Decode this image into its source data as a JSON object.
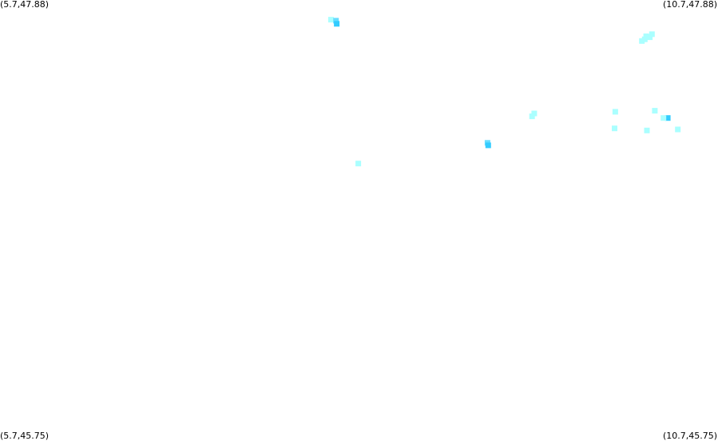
{
  "corners": {
    "top_left": "(5.7,47.88)",
    "top_right": "(10.7,47.88)",
    "bottom_left": "(5.7,45.75)",
    "bottom_right": "(10.7,45.75)"
  },
  "extent": {
    "lon_min": 5.7,
    "lon_max": 10.7,
    "lat_min": 45.75,
    "lat_max": 47.88
  },
  "colors": {
    "light": "#aaffff",
    "mid": "#66ddff",
    "dark": "#33ccff",
    "background": "#ffffff"
  },
  "cells": [
    {
      "lon": 8.005,
      "lat": 47.785,
      "level": "light"
    },
    {
      "lon": 8.04,
      "lat": 47.78,
      "level": "mid"
    },
    {
      "lon": 8.045,
      "lat": 47.765,
      "level": "dark"
    },
    {
      "lon": 10.24,
      "lat": 47.715,
      "level": "light"
    },
    {
      "lon": 10.19,
      "lat": 47.69,
      "level": "light"
    },
    {
      "lon": 10.2,
      "lat": 47.705,
      "level": "light"
    },
    {
      "lon": 10.225,
      "lat": 47.7,
      "level": "light"
    },
    {
      "lon": 10.17,
      "lat": 47.682,
      "level": "light"
    },
    {
      "lon": 9.42,
      "lat": 47.332,
      "level": "light"
    },
    {
      "lon": 9.405,
      "lat": 47.318,
      "level": "light"
    },
    {
      "lon": 9.985,
      "lat": 47.34,
      "level": "light"
    },
    {
      "lon": 10.26,
      "lat": 47.345,
      "level": "light"
    },
    {
      "lon": 10.35,
      "lat": 47.31,
      "level": "dark"
    },
    {
      "lon": 10.32,
      "lat": 47.31,
      "level": "light"
    },
    {
      "lon": 10.42,
      "lat": 47.255,
      "level": "light"
    },
    {
      "lon": 9.98,
      "lat": 47.26,
      "level": "light"
    },
    {
      "lon": 10.205,
      "lat": 47.25,
      "level": "light"
    },
    {
      "lon": 9.095,
      "lat": 47.19,
      "level": "mid"
    },
    {
      "lon": 9.1,
      "lat": 47.178,
      "level": "dark"
    },
    {
      "lon": 8.195,
      "lat": 47.09,
      "level": "light"
    }
  ]
}
